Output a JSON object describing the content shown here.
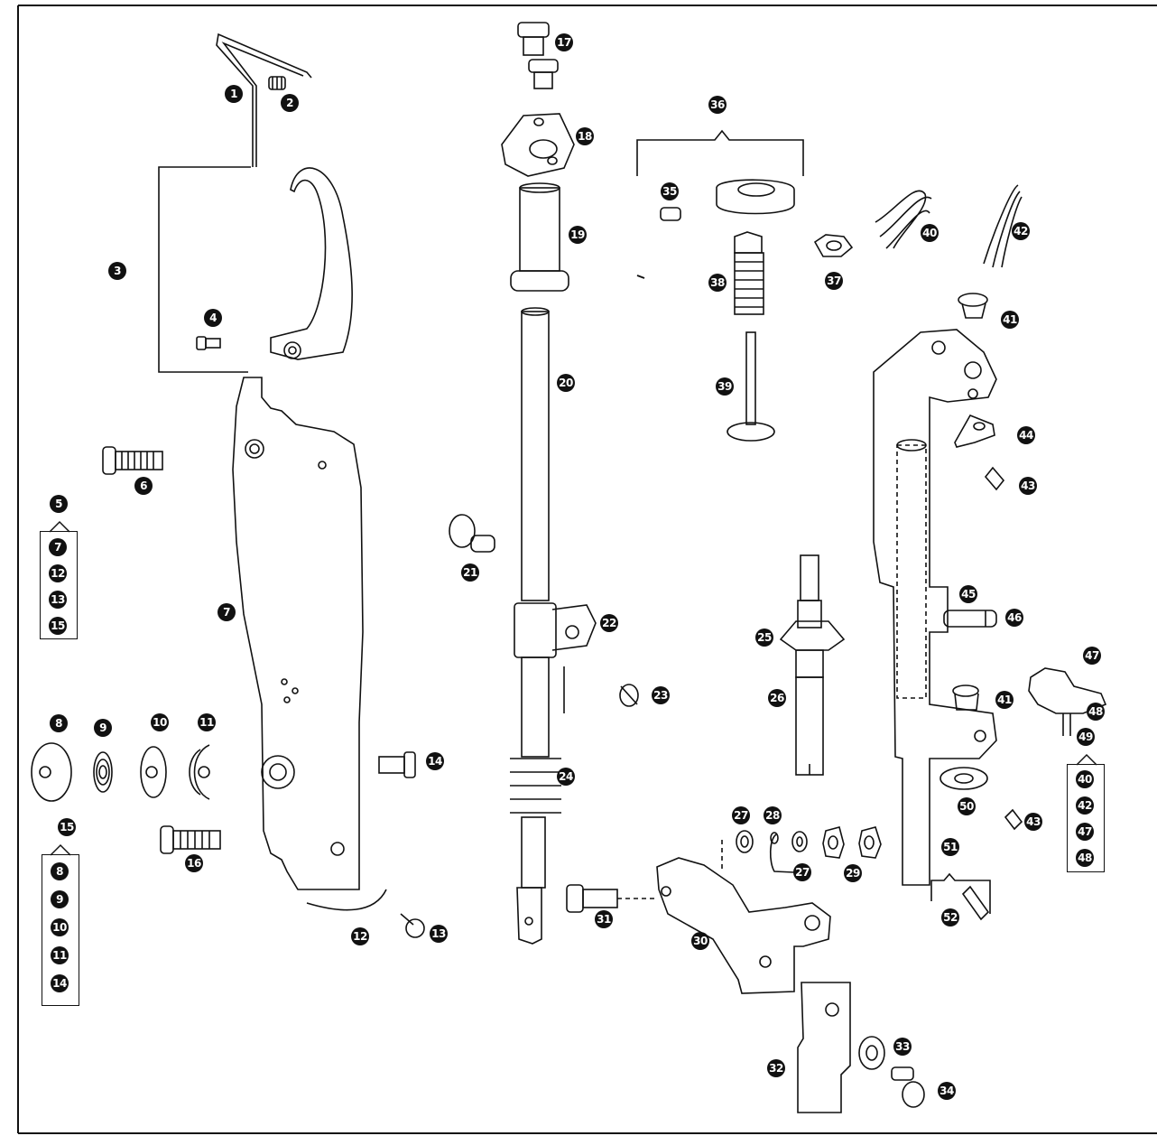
{
  "diagram": {
    "callouts": [
      "1",
      "2",
      "3",
      "4",
      "6",
      "7",
      "8",
      "9",
      "10",
      "11",
      "12",
      "13",
      "14",
      "16",
      "17",
      "18",
      "19",
      "20",
      "21",
      "22",
      "23",
      "24",
      "25",
      "26",
      "27",
      "27b",
      "28",
      "29",
      "30",
      "31",
      "32",
      "33",
      "34",
      "35",
      "36",
      "37",
      "38",
      "39",
      "40",
      "41",
      "41b",
      "42",
      "43",
      "43b",
      "44",
      "45",
      "46",
      "47",
      "48",
      "50",
      "51",
      "52"
    ],
    "labels": {
      "1": "1",
      "2": "2",
      "3": "3",
      "4": "4",
      "6": "6",
      "7": "7",
      "8": "8",
      "9": "9",
      "10": "10",
      "11": "11",
      "12": "12",
      "13": "13",
      "14": "14",
      "16": "16",
      "17": "17",
      "18": "18",
      "19": "19",
      "20": "20",
      "21": "21",
      "22": "22",
      "23": "23",
      "24": "24",
      "25": "25",
      "26": "26",
      "27": "27",
      "27b": "27",
      "28": "28",
      "29": "29",
      "30": "30",
      "31": "31",
      "32": "32",
      "33": "33",
      "34": "34",
      "35": "35",
      "36": "36",
      "37": "37",
      "38": "38",
      "39": "39",
      "40": "40",
      "41": "41",
      "41b": "41",
      "42": "42",
      "43": "43",
      "43b": "43",
      "44": "44",
      "45": "45",
      "46": "46",
      "47": "47",
      "48": "48",
      "50": "50",
      "51": "51",
      "52": "52"
    },
    "kits": [
      {
        "id": "5",
        "header": "5",
        "items": [
          "7",
          "12",
          "13",
          "15"
        ]
      },
      {
        "id": "15",
        "header": "15",
        "items": [
          "8",
          "9",
          "10",
          "11",
          "14"
        ]
      },
      {
        "id": "49",
        "header": "49",
        "items": [
          "40",
          "42",
          "47",
          "48"
        ]
      }
    ]
  }
}
